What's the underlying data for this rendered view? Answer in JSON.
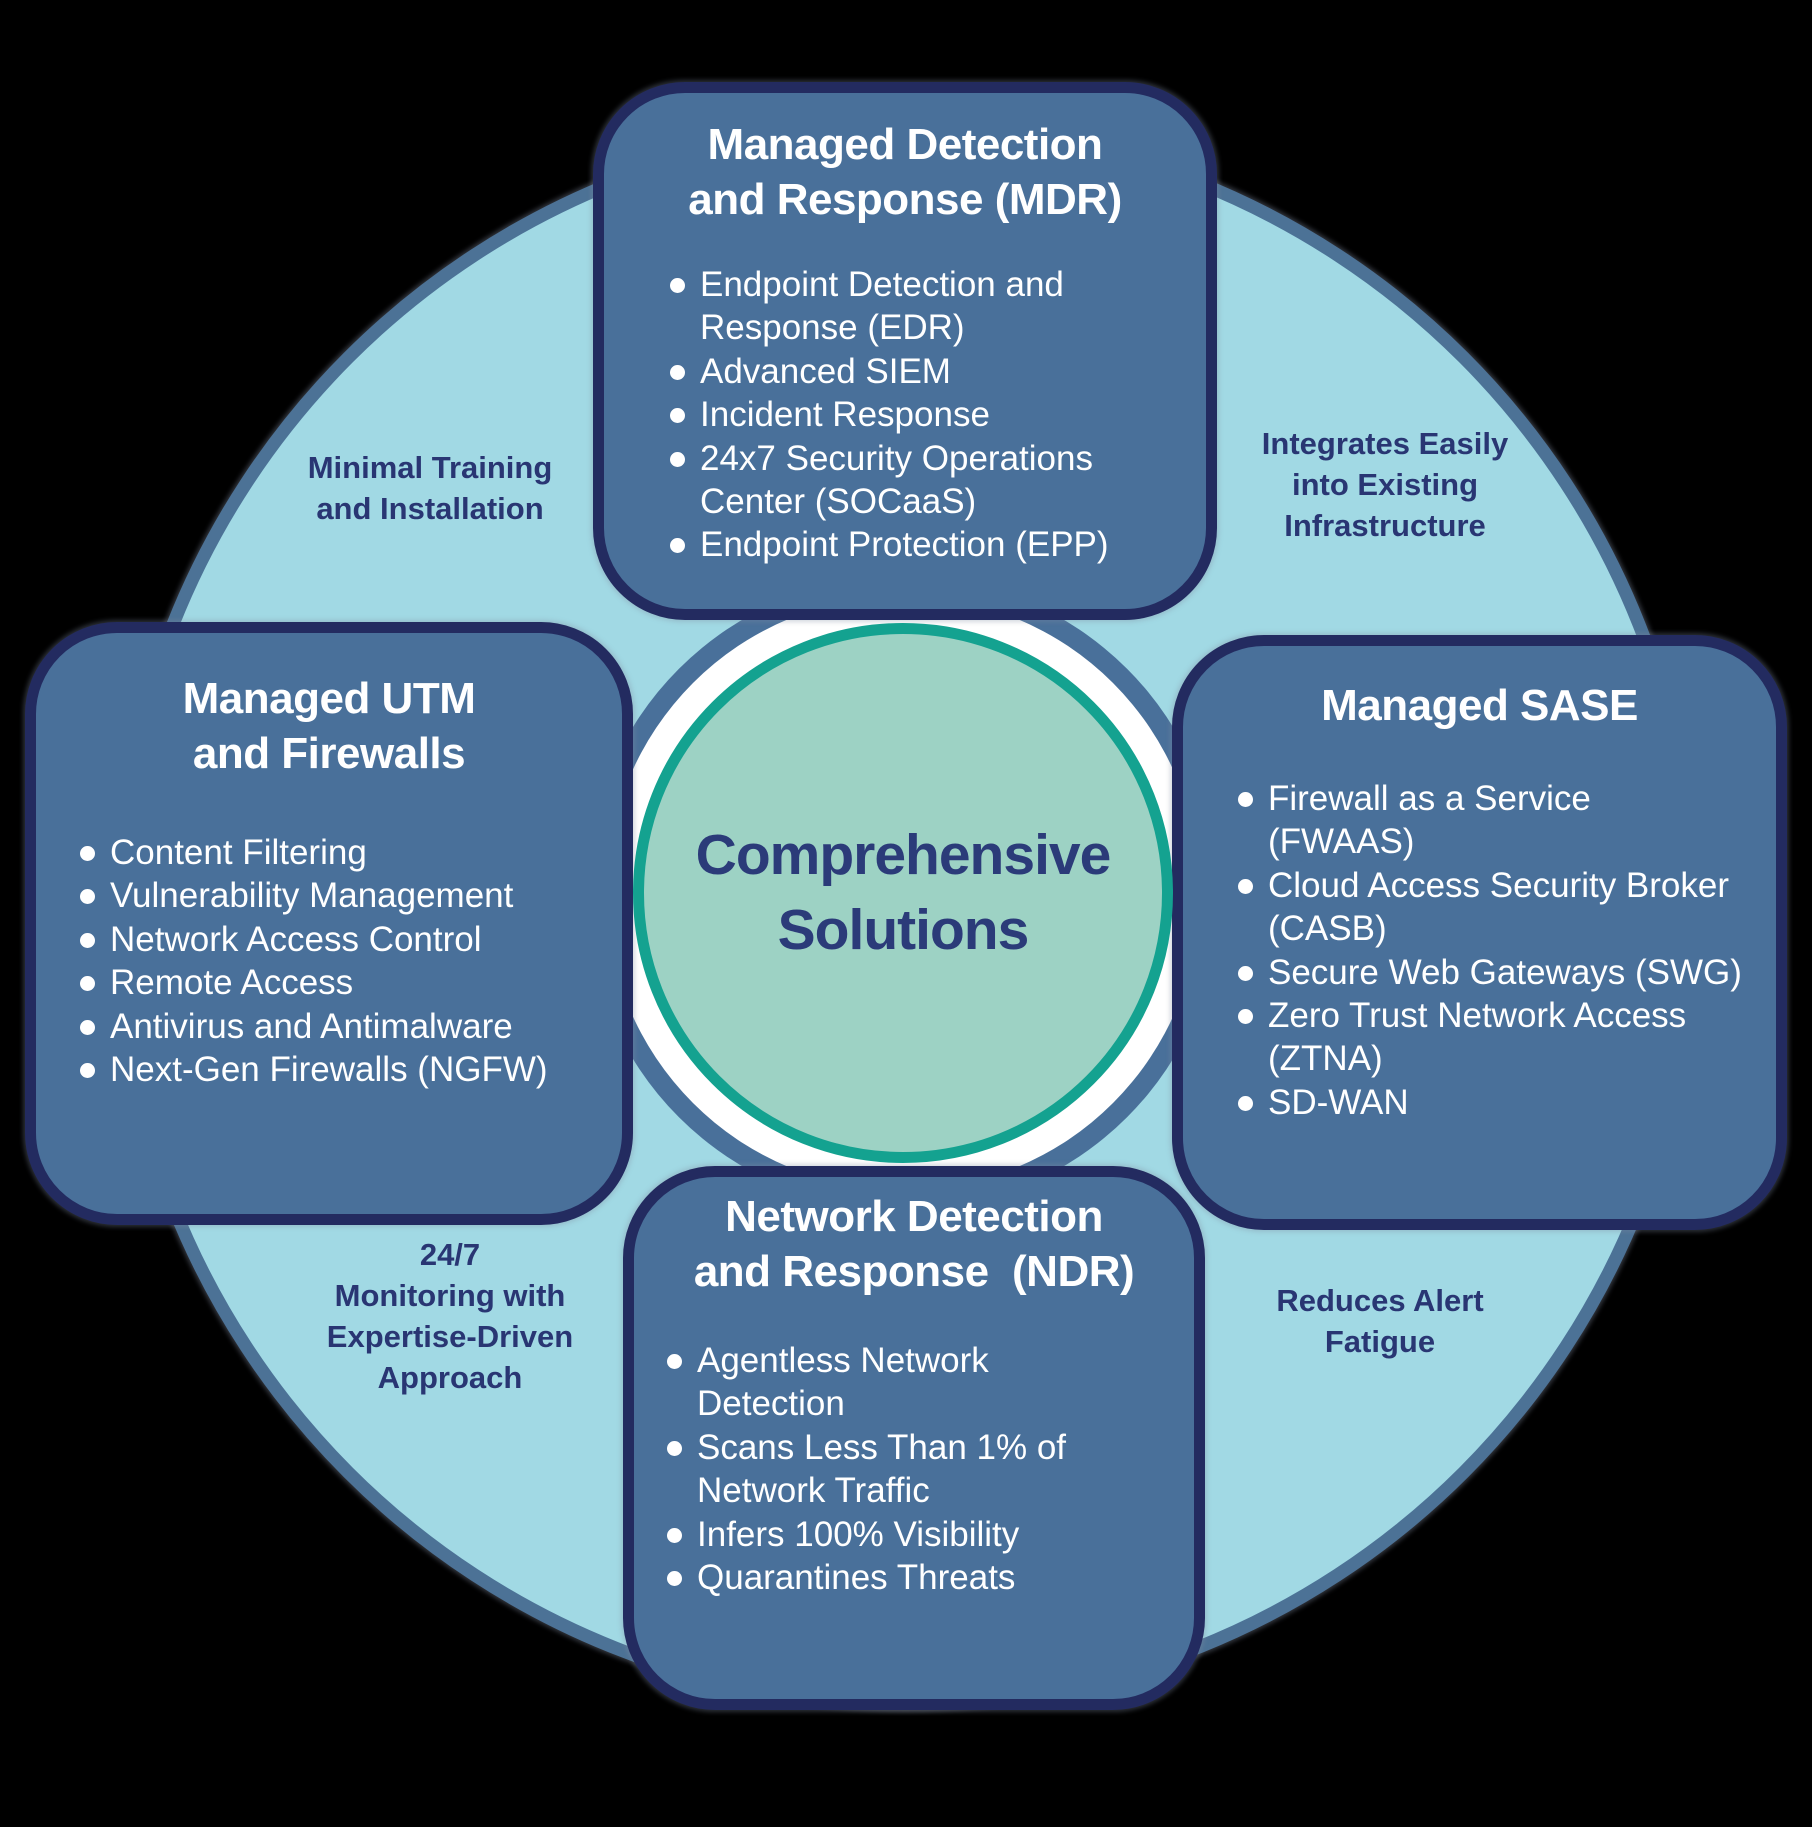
{
  "palette": {
    "page_background": "#000000",
    "outer_circle_fill": "#A1D9E4",
    "outer_circle_border": "#4C7296",
    "box_fill": "#49709A",
    "box_border": "#232B60",
    "box_text": "#FFFFFF",
    "corner_label_text": "#293673",
    "center_fill": "#9DD2C4",
    "center_ring": "#14A290",
    "center_white_ring": "#FFFFFF",
    "center_text": "#2B3B79"
  },
  "center": {
    "title": "Comprehensive\nSolutions"
  },
  "boxes": {
    "top": {
      "title": "Managed Detection\nand Response (MDR)",
      "bullets": [
        "Endpoint Detection and\nResponse (EDR)",
        "Advanced SIEM",
        "Incident Response",
        "24x7 Security Operations\nCenter (SOCaaS)",
        "Endpoint Protection (EPP)"
      ]
    },
    "left": {
      "title": "Managed UTM\nand Firewalls",
      "bullets": [
        "Content Filtering",
        "Vulnerability Management",
        "Network Access Control",
        "Remote Access",
        "Antivirus and Antimalware",
        "Next-Gen Firewalls (NGFW)"
      ]
    },
    "right": {
      "title": "Managed SASE",
      "bullets": [
        "Firewall as a Service\n(FWAAS)",
        "Cloud Access Security Broker\n(CASB)",
        "Secure Web Gateways (SWG)",
        "Zero Trust Network Access\n(ZTNA)",
        "SD-WAN"
      ]
    },
    "bottom": {
      "title": "Network Detection\nand Response  (NDR)",
      "bullets": [
        "Agentless Network\nDetection",
        "Scans Less Than 1% of\nNetwork Traffic",
        "Infers 100% Visibility",
        "Quarantines Threats"
      ]
    }
  },
  "corner_labels": {
    "top_left": "Minimal Training\nand Installation",
    "top_right": "Integrates Easily\ninto Existing\nInfrastructure",
    "bottom_left": "24/7\nMonitoring with\nExpertise-Driven\nApproach",
    "bottom_right": "Reduces Alert\nFatigue"
  }
}
